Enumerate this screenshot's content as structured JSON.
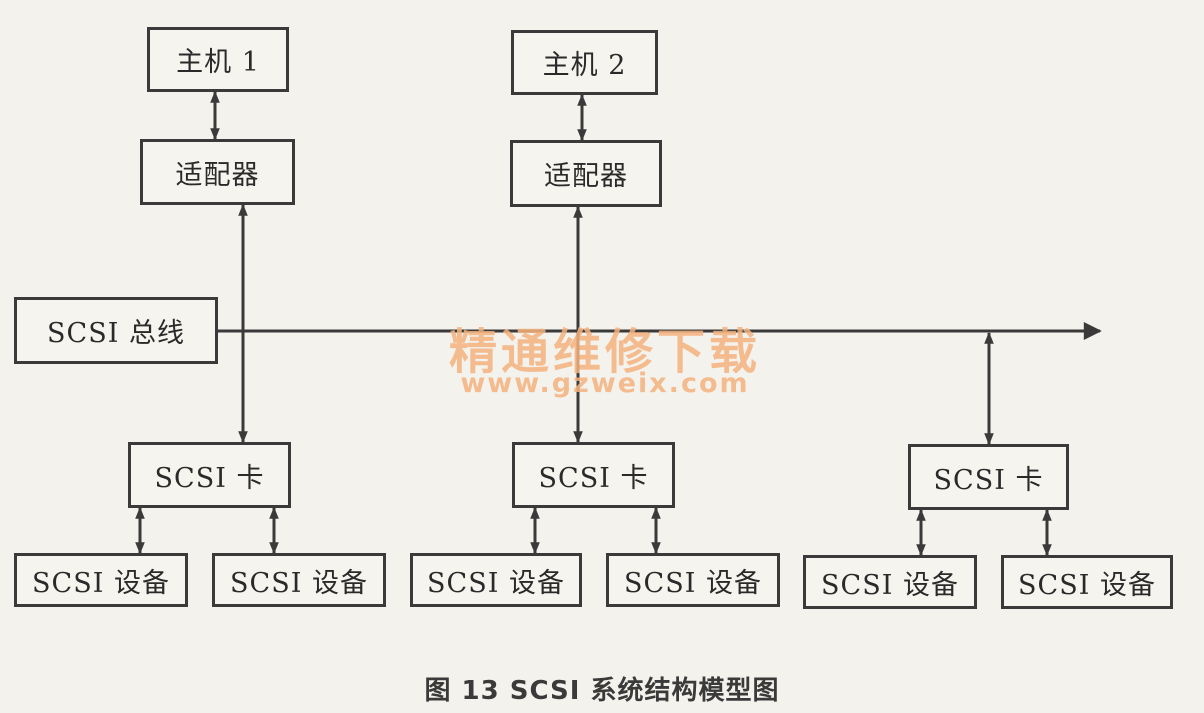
{
  "nodes": {
    "host1": "主机 1",
    "host2": "主机 2",
    "adapter1": "适配器",
    "adapter2": "适配器",
    "bus": "SCSI 总线",
    "card1": "SCSI 卡",
    "card2": "SCSI 卡",
    "card3": "SCSI 卡",
    "dev1": "SCSI 设备",
    "dev2": "SCSI 设备",
    "dev3": "SCSI 设备",
    "dev4": "SCSI 设备",
    "dev5": "SCSI 设备",
    "dev6": "SCSI 设备"
  },
  "edges": [
    {
      "from": "host1",
      "to": "adapter1",
      "type": "bidirectional"
    },
    {
      "from": "host2",
      "to": "adapter2",
      "type": "bidirectional"
    },
    {
      "from": "adapter1",
      "to": "card1",
      "type": "bidirectional"
    },
    {
      "from": "adapter2",
      "to": "card2",
      "type": "bidirectional"
    },
    {
      "from": "bus",
      "to": "card3",
      "type": "bidirectional"
    },
    {
      "from": "card1",
      "to": "dev1",
      "type": "bidirectional"
    },
    {
      "from": "card1",
      "to": "dev2",
      "type": "bidirectional"
    },
    {
      "from": "card2",
      "to": "dev3",
      "type": "bidirectional"
    },
    {
      "from": "card2",
      "to": "dev4",
      "type": "bidirectional"
    },
    {
      "from": "card3",
      "to": "dev5",
      "type": "bidirectional"
    },
    {
      "from": "card3",
      "to": "dev6",
      "type": "bidirectional"
    }
  ],
  "caption": "图 13 SCSI 系统结构模型图",
  "watermark": {
    "line1": "精通维修下载",
    "line2": "www.gzweix.com"
  },
  "colors": {
    "line": "#3a3a3a",
    "watermark": "#f5b27e",
    "background": "#f4f2ec"
  }
}
